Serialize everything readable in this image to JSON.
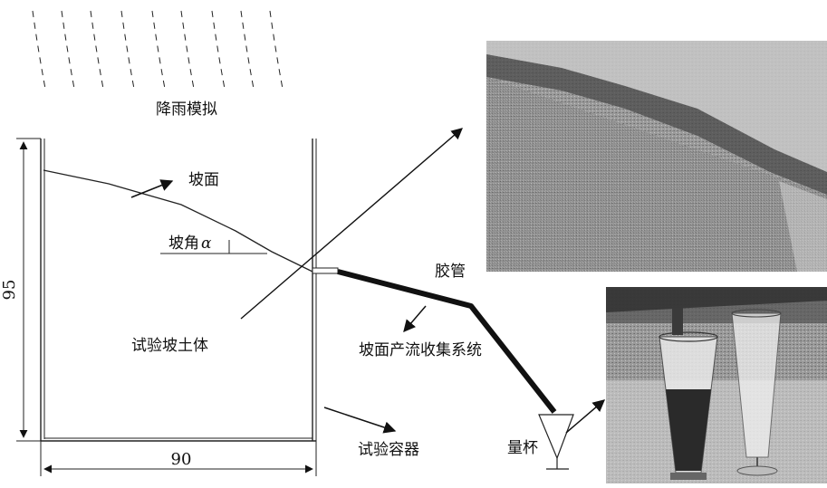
{
  "labels": {
    "rain": "降雨模拟",
    "slope_surface": "坡面",
    "slope_angle": "坡角",
    "alpha": "α",
    "tube": "胶管",
    "runoff_system": "坡面产流收集系统",
    "soil_body": "试验坡土体",
    "container": "试验容器",
    "cup": "量杯"
  },
  "dimensions": {
    "height": "95",
    "width": "90"
  },
  "photos": [
    {
      "name": "slope-surface-photo",
      "subject": "slope surface close-up (grayscale)"
    },
    {
      "name": "measuring-cup-photo",
      "subject": "measuring cups with runoff (grayscale)"
    }
  ]
}
